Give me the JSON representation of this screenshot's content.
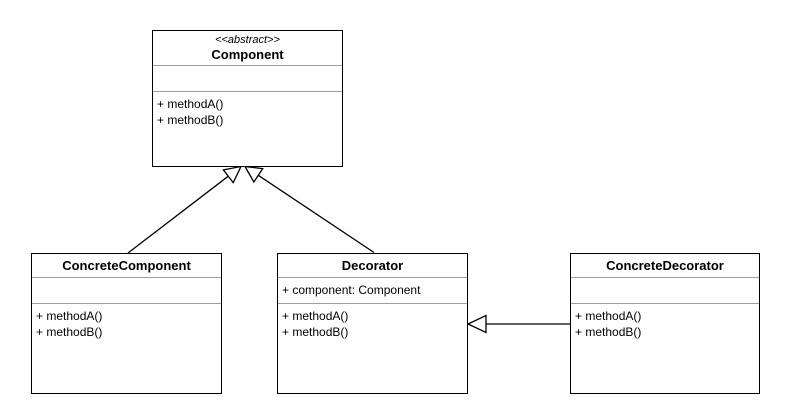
{
  "diagram": {
    "kind": "uml-class-diagram",
    "pattern": "Decorator",
    "background_color": "#ffffff",
    "border_color": "#000000",
    "divider_color": "#9e9e9e",
    "text_color": "#000000"
  },
  "classes": [
    {
      "id": "component",
      "stereotype": "<<abstract>>",
      "name": "Component",
      "attributes": [],
      "methods": [
        "+ methodA()",
        "+ methodB()"
      ]
    },
    {
      "id": "concrete-component",
      "name": "ConcreteComponent",
      "attributes": [],
      "methods": [
        "+ methodA()",
        "+ methodB()"
      ]
    },
    {
      "id": "decorator",
      "name": "Decorator",
      "attributes": [
        "+ component: Component"
      ],
      "methods": [
        "+ methodA()",
        "+ methodB()"
      ]
    },
    {
      "id": "concrete-decorator",
      "name": "ConcreteDecorator",
      "attributes": [],
      "methods": [
        "+ methodA()",
        "+ methodB()"
      ]
    }
  ],
  "relationships": [
    {
      "type": "generalization",
      "from": "ConcreteComponent",
      "to": "Component"
    },
    {
      "type": "generalization",
      "from": "Decorator",
      "to": "Component"
    },
    {
      "type": "generalization",
      "from": "ConcreteDecorator",
      "to": "Decorator"
    }
  ]
}
